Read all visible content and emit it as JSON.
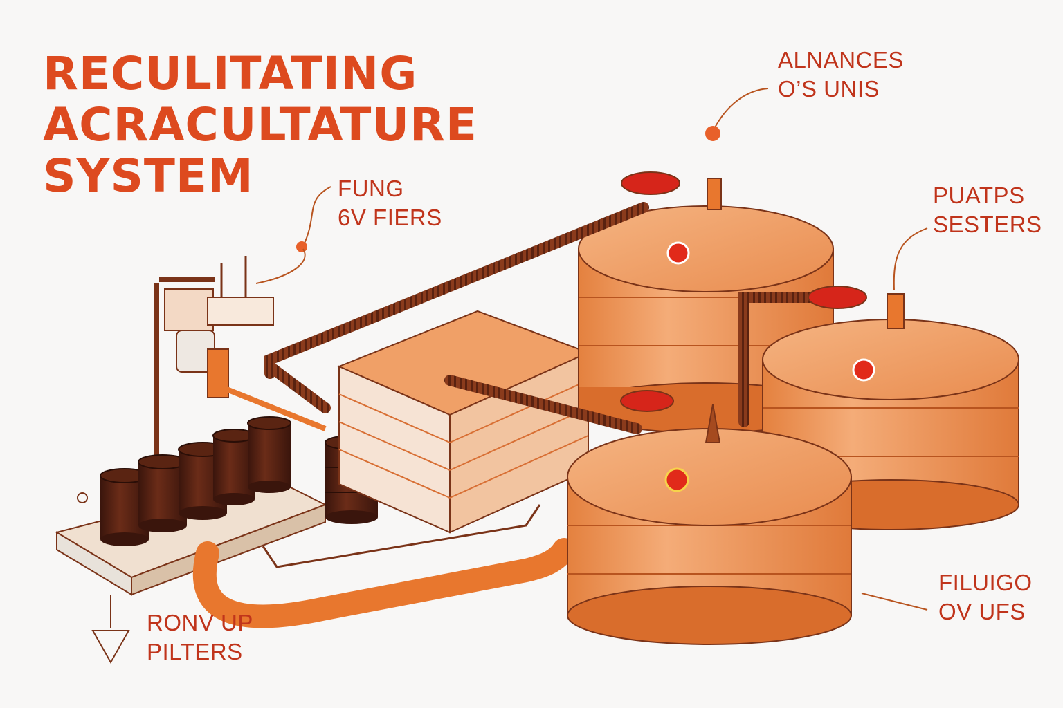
{
  "title": {
    "line1": "RECULITATING",
    "line2": "ACRACULTATURE",
    "line3": "SYSTEM"
  },
  "labels": {
    "fung": {
      "line1": "FUNG",
      "line2": "6V FIERS"
    },
    "alnances": {
      "line1": "ALNANCES",
      "line2": "O’S UNIS"
    },
    "puatps": {
      "line1": "PUATPS",
      "line2": "SESTERS"
    },
    "filuigo": {
      "line1": "FILUIGO",
      "line2": "OV UFS"
    },
    "ronv": {
      "line1": "RONV UP",
      "line2": "PILTERS"
    }
  },
  "colors": {
    "accent": "#dd4a1f",
    "label": "#c0341b",
    "tank_light": "#f2a56e",
    "tank_mid": "#e8874a",
    "tank_dark": "#d96d2c",
    "pipe": "#7a3318",
    "filter_dark": "#4a1f14",
    "background": "#f8f7f6"
  }
}
